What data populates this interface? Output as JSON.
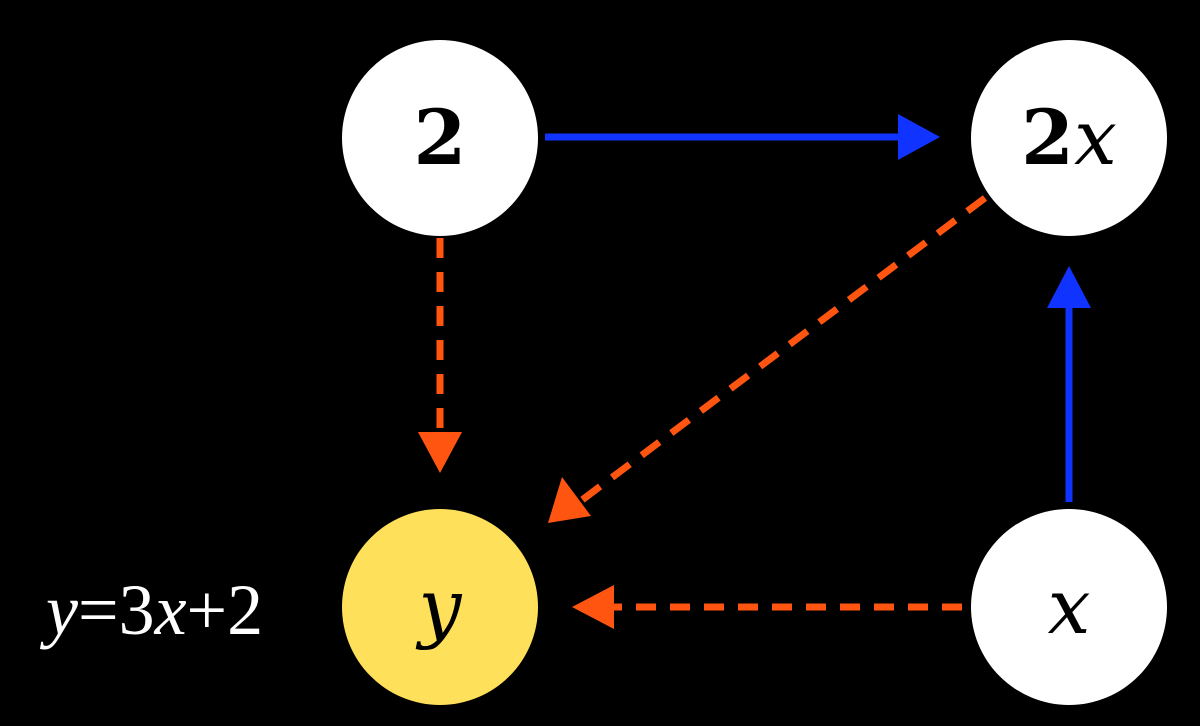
{
  "colors": {
    "background": "#000000",
    "node_fill": "#ffffff",
    "output_node_fill": "#ffe05a",
    "arrow_solid": "#1133ff",
    "arrow_dashed": "#ff5511",
    "text_dark": "#000000",
    "text_light": "#ffffff"
  },
  "nodes": {
    "constant": {
      "label": "2"
    },
    "product": {
      "coefficient": "2",
      "variable": "x"
    },
    "input": {
      "variable": "x"
    },
    "output": {
      "variable": "y",
      "fill": "#ffe05a"
    }
  },
  "equation": {
    "lhs": "y",
    "equals": "=",
    "coefficient": "3",
    "variable": "x",
    "plus": "+",
    "constant": "2"
  },
  "edges": [
    {
      "from": "constant",
      "to": "product",
      "style": "solid",
      "color": "#1133ff"
    },
    {
      "from": "input",
      "to": "product",
      "style": "solid",
      "color": "#1133ff"
    },
    {
      "from": "constant",
      "to": "output",
      "style": "dashed",
      "color": "#ff5511"
    },
    {
      "from": "product",
      "to": "output",
      "style": "dashed",
      "color": "#ff5511"
    },
    {
      "from": "input",
      "to": "output",
      "style": "dashed",
      "color": "#ff5511"
    }
  ]
}
